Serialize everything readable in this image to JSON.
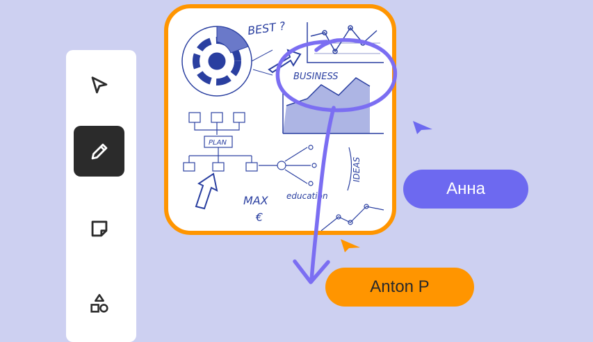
{
  "toolbar": {
    "tools": [
      {
        "name": "select",
        "icon": "pointer-icon",
        "active": false
      },
      {
        "name": "pen",
        "icon": "pencil-icon",
        "active": true
      },
      {
        "name": "sticky-note",
        "icon": "sticky-note-icon",
        "active": false
      },
      {
        "name": "shapes",
        "icon": "shapes-icon",
        "active": false
      }
    ]
  },
  "canvas": {
    "image_sketch_labels": {
      "best": "BEST ?",
      "business": "BUSINESS",
      "plan": "PLAN",
      "ideas": "IDEAS",
      "max": "MAX",
      "education": "education",
      "euro": "€"
    }
  },
  "cursors": [
    {
      "name": "Анна",
      "color": "#6d69f0"
    },
    {
      "name": "Anton P",
      "color": "#ff9500"
    }
  ],
  "colors": {
    "background": "#cdd0f1",
    "accent_orange": "#ff9500",
    "accent_purple": "#6d69f0",
    "active_tool": "#2b2b2b"
  }
}
